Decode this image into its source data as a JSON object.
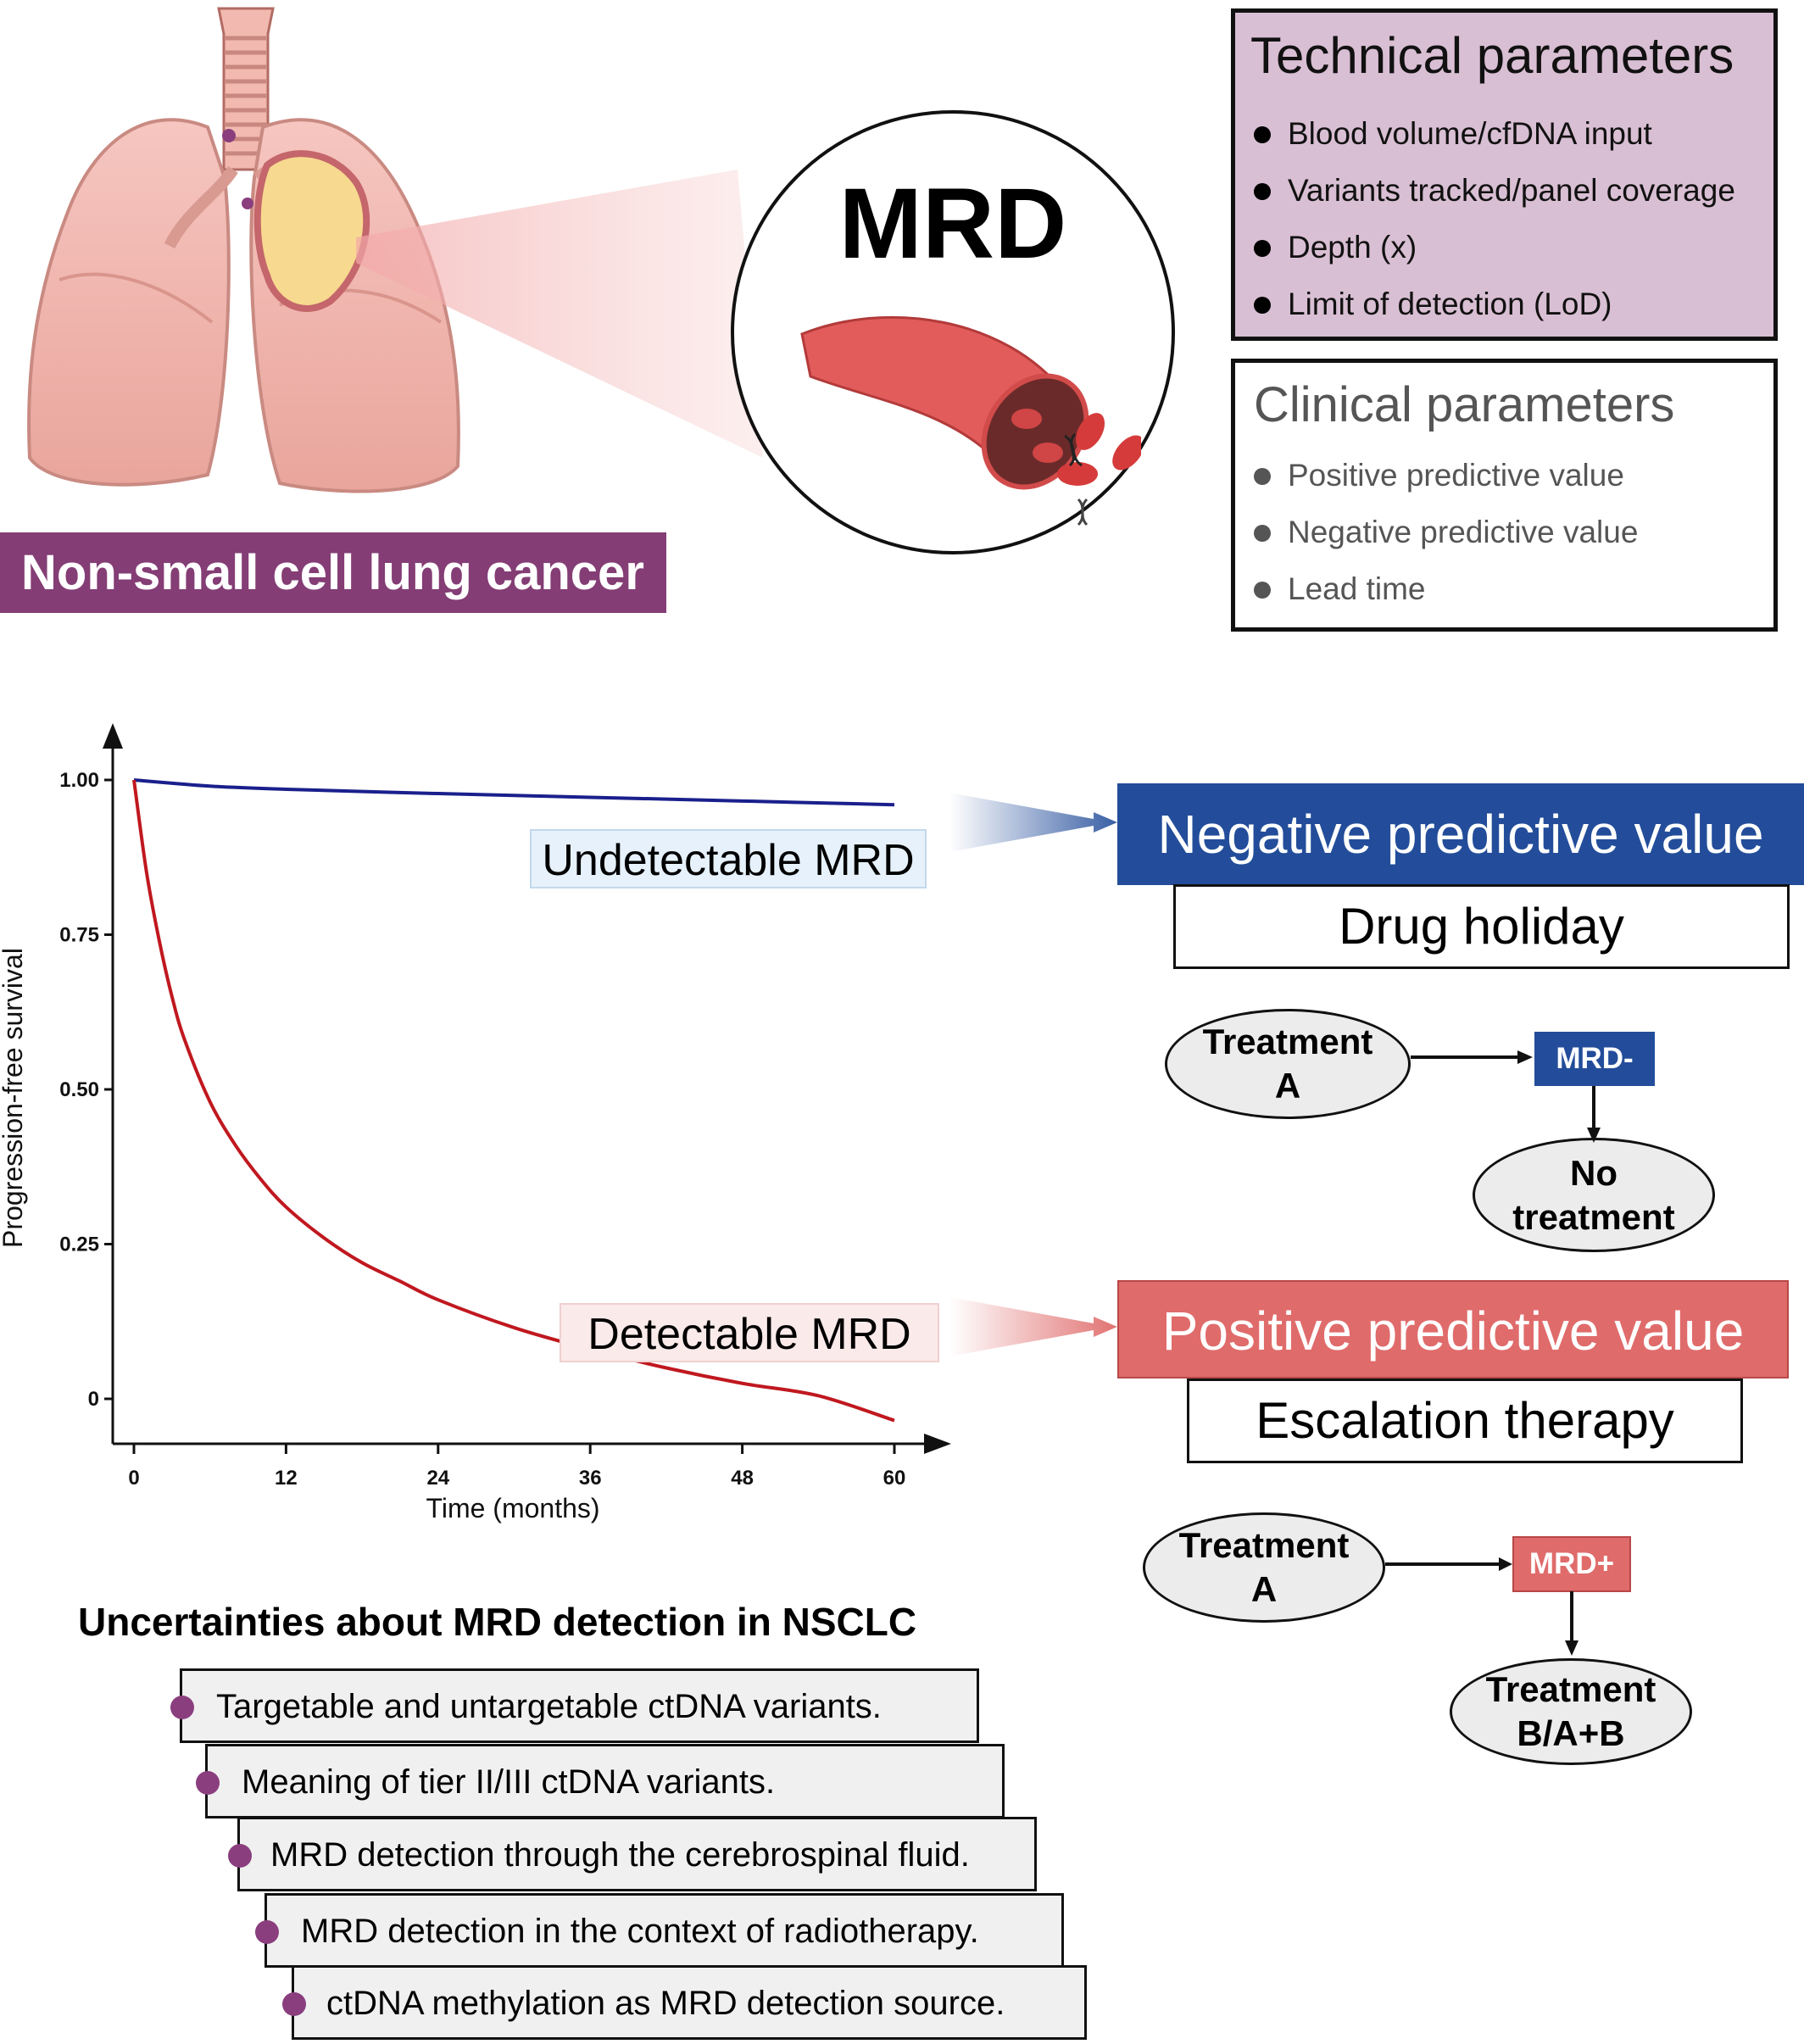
{
  "cancer_label": "Non-small cell lung cancer",
  "mrd_circle_title": "MRD",
  "technical": {
    "title": "Technical parameters",
    "items": [
      "Blood volume/cfDNA input",
      "Variants tracked/panel coverage",
      "Depth (x)",
      "Limit of detection (LoD)"
    ]
  },
  "clinical": {
    "title": "Clinical parameters",
    "items": [
      "Positive predictive value",
      "Negative predictive value",
      "Lead time"
    ]
  },
  "chart_data": {
    "type": "line",
    "xlabel": "Time (months)",
    "ylabel": "Progression-free survival",
    "x_ticks": [
      0,
      12,
      24,
      36,
      48,
      60
    ],
    "y_ticks": [
      "0",
      "0.25",
      "0.50",
      "0.75",
      "1.00"
    ],
    "xlim": [
      0,
      60
    ],
    "ylim": [
      0,
      1.0
    ],
    "series": [
      {
        "name": "Undetectable MRD",
        "color": "#1a1f8c",
        "x": [
          0,
          6,
          12,
          24,
          36,
          48,
          60
        ],
        "y": [
          1.0,
          0.99,
          0.985,
          0.978,
          0.972,
          0.966,
          0.96
        ]
      },
      {
        "name": "Detectable MRD",
        "color": "#c0181f",
        "x": [
          0,
          1,
          2,
          3,
          4,
          6,
          8,
          10,
          12,
          15,
          18,
          21,
          24,
          30,
          36,
          42,
          48,
          54,
          60
        ],
        "y": [
          1.0,
          0.85,
          0.74,
          0.65,
          0.58,
          0.48,
          0.41,
          0.355,
          0.31,
          0.26,
          0.22,
          0.19,
          0.16,
          0.115,
          0.08,
          0.05,
          0.025,
          0.005,
          -0.035
        ]
      }
    ]
  },
  "npv": {
    "header": "Negative predictive value",
    "action": "Drug holiday",
    "flow": {
      "start_line1": "Treatment",
      "start_line2": "A",
      "tag": "MRD-",
      "end_line1": "No",
      "end_line2": "treatment"
    }
  },
  "ppv": {
    "header": "Positive predictive value",
    "action": "Escalation therapy",
    "flow": {
      "start_line1": "Treatment",
      "start_line2": "A",
      "tag": "MRD+",
      "end_line1": "Treatment",
      "end_line2": "B/A+B"
    }
  },
  "uncertainties": {
    "title": "Uncertainties about MRD detection in NSCLC",
    "items": [
      "Targetable and untargetable ctDNA variants.",
      "Meaning of tier II/III ctDNA variants.",
      "MRD detection through the cerebrospinal fluid.",
      "MRD detection in the context of radiotherapy.",
      "ctDNA methylation as MRD detection source."
    ]
  },
  "colors": {
    "purple": "#843d75",
    "npv_blue": "#234d9a",
    "ppv_red": "#e06b6b",
    "tech_bg": "#d9bfd3"
  }
}
